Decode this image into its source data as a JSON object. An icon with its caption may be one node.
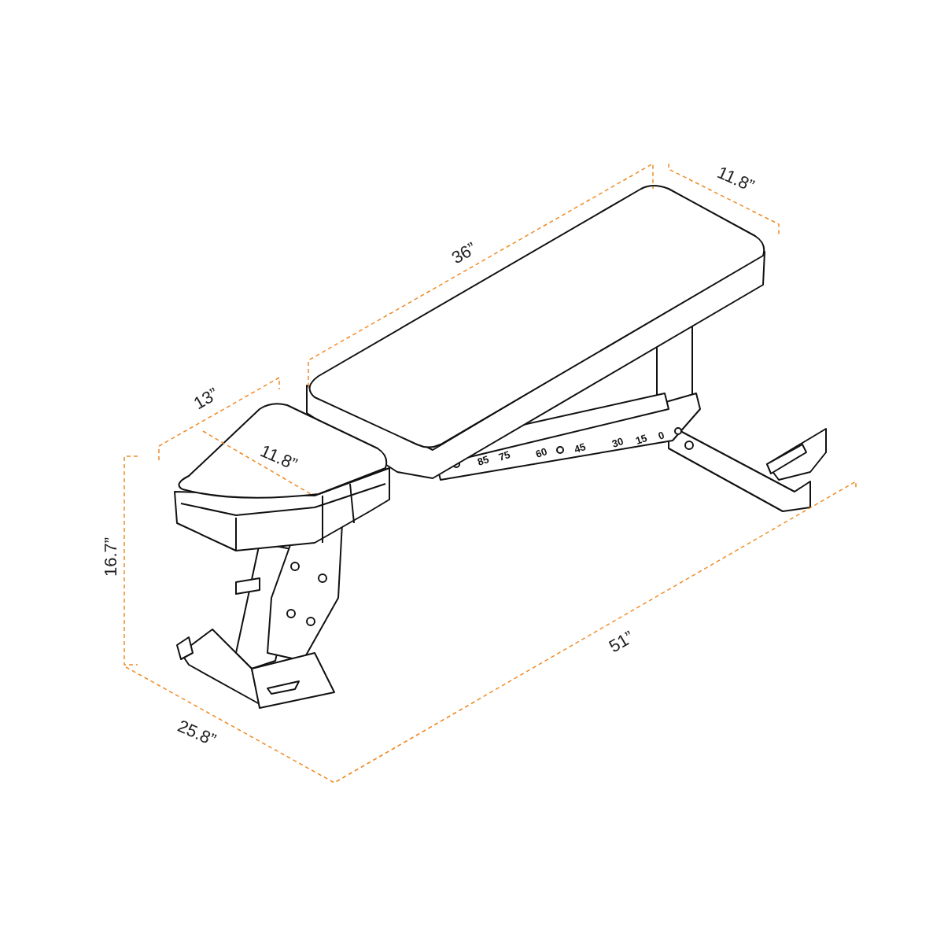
{
  "diagram": {
    "labels": [
      "11.8”",
      "36”",
      "13”",
      "11.8”",
      "85",
      "75",
      "60",
      "45",
      "30",
      "15",
      "0",
      "16.7”",
      "51”",
      "25.8”"
    ]
  }
}
